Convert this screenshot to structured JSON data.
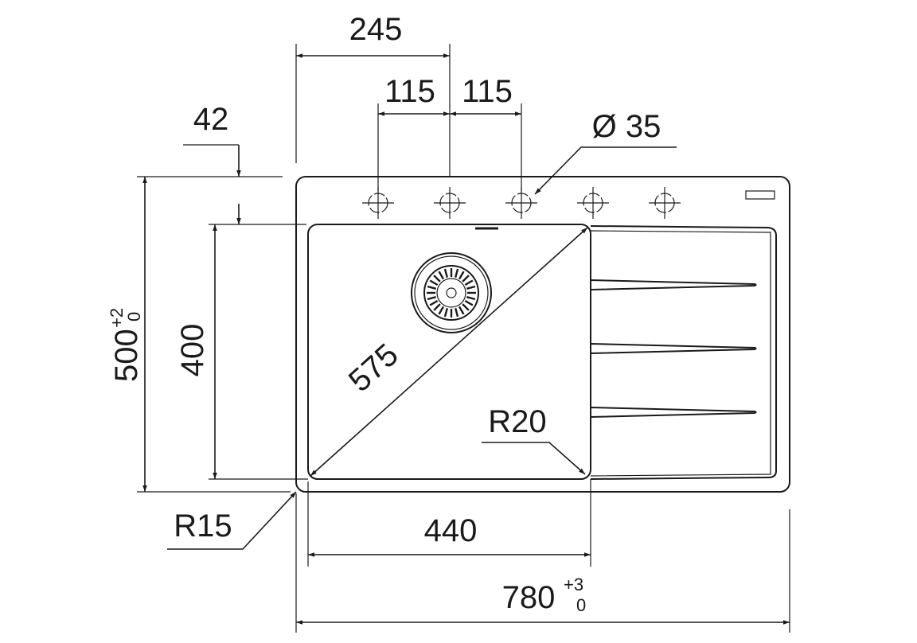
{
  "title": "Sink dimension drawing",
  "dimensions": {
    "tap_spacing_total": "245",
    "tap_spacing_left": "115",
    "tap_spacing_right": "115",
    "hole_diameter": "Ø 35",
    "edge_to_bowl": "42",
    "overall_depth": "500",
    "overall_depth_tol_upper": "+2",
    "overall_depth_tol_lower": "0",
    "bowl_depth": "400",
    "bowl_diagonal": "575",
    "bowl_corner_radius": "R20",
    "outer_corner_radius": "R15",
    "bowl_width": "440",
    "overall_width": "780",
    "overall_width_tol_upper": "+3",
    "overall_width_tol_lower": "0"
  },
  "colors": {
    "line": "#1a1a1a",
    "background": "#ffffff"
  }
}
